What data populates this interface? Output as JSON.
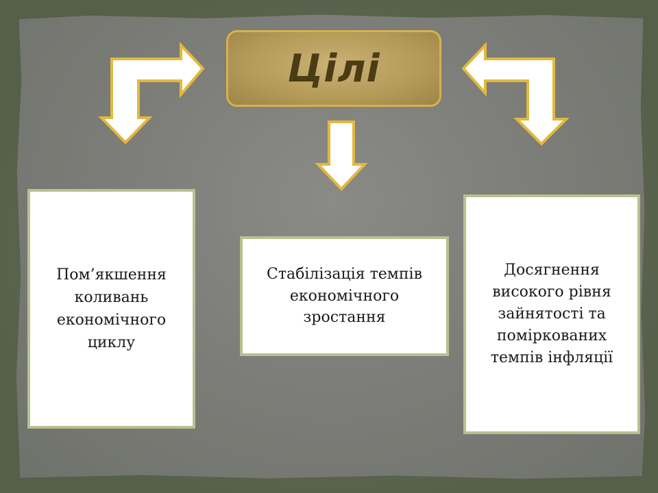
{
  "slide": {
    "title": "Цілі",
    "goals": [
      {
        "text": "Пом’якшення коливань економічного циклу"
      },
      {
        "text": "Стабілізація темпів економічного зростання"
      },
      {
        "text": "Досягнення високого рівня зайнятості та поміркованих темпів інфляції"
      }
    ]
  },
  "colors": {
    "background": "#5f6a52",
    "paper": "#7d7e79",
    "title_fill": "#b49a58",
    "title_border": "#d7b24a",
    "arrow_fill": "#ffffff",
    "arrow_stroke": "#e2b93d",
    "box_border": "#b9c08f"
  },
  "icons": {
    "left_arrow": "bent-arrow-down-left-icon",
    "middle_arrow": "arrow-down-icon",
    "right_arrow": "bent-arrow-down-right-icon"
  }
}
